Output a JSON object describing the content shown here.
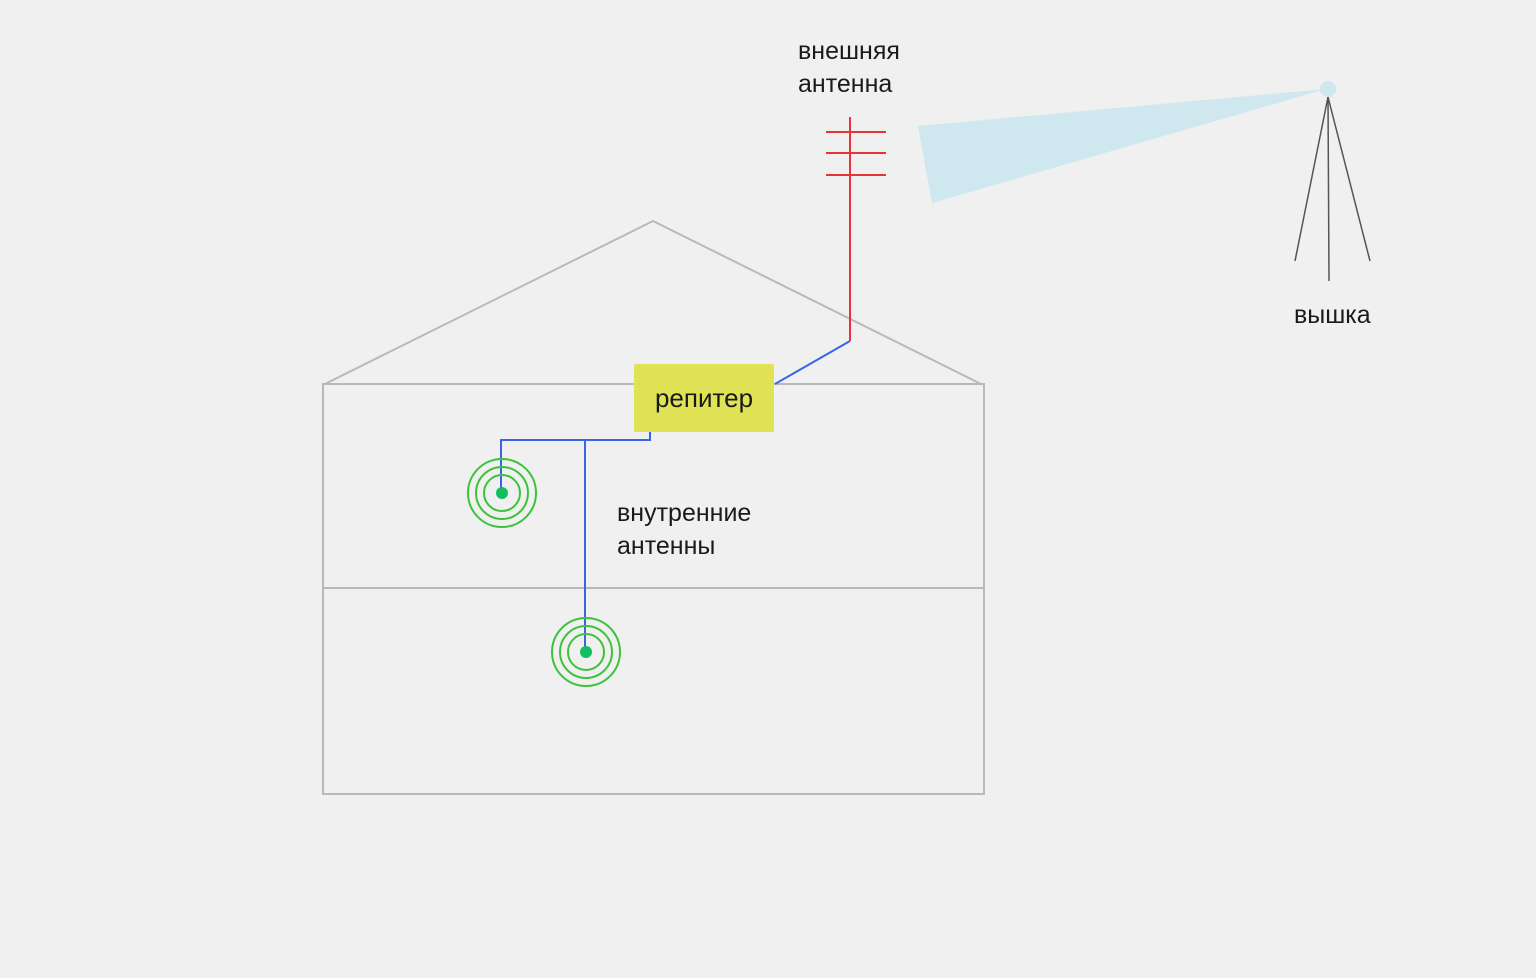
{
  "labels": {
    "external_antenna": [
      "внешняя",
      "антенна"
    ],
    "tower": "вышка",
    "repeater": "репитер",
    "internal_antennas": [
      "внутренние",
      "антенны"
    ]
  },
  "colors": {
    "background": "#f0f0f0",
    "house": "#bdb8b8",
    "external_antenna": "#e8333a",
    "cable": "#3a63e8",
    "repeater": "#e1e356",
    "internal_antenna": "#3cc33c",
    "signal_beam": "#cfe7ee",
    "tower": "#555555"
  }
}
